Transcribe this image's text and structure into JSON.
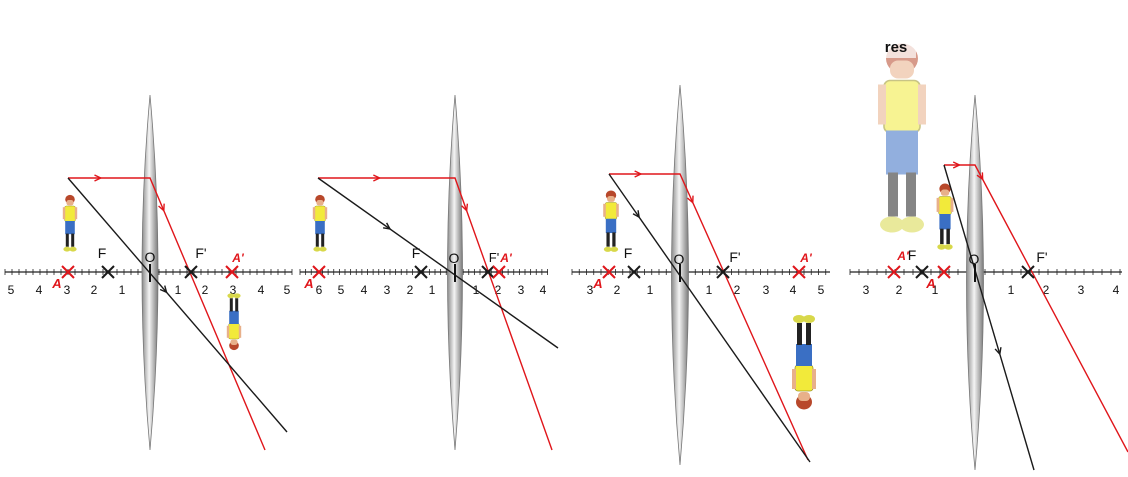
{
  "colors": {
    "ray_red": "#e0161b",
    "ray_black": "#1a1a1a",
    "mark_red": "#e0161b",
    "axis": "#222222",
    "shirt": "#f2ea3a",
    "pants": "#3a6fc4",
    "hair": "#b8482b",
    "skin": "#e8b08a"
  },
  "labels": {
    "focus_object": "F",
    "focus_image": "F'",
    "center": "O",
    "object_point": "A",
    "image_point": "A'",
    "virtual_tag": "res"
  },
  "panels": [
    {
      "id": 1,
      "ticks": [
        "5",
        "4",
        "3",
        "2",
        "1",
        "1",
        "2",
        "3",
        "4",
        "5"
      ]
    },
    {
      "id": 2,
      "ticks": [
        "6",
        "5",
        "4",
        "3",
        "2",
        "1",
        "1",
        "2",
        "3",
        "4"
      ]
    },
    {
      "id": 3,
      "ticks": [
        "3",
        "2",
        "1",
        "1",
        "2",
        "3",
        "4",
        "5"
      ]
    },
    {
      "id": 4,
      "ticks": [
        "3",
        "2",
        "1",
        "1",
        "2",
        "3",
        "4"
      ]
    }
  ]
}
